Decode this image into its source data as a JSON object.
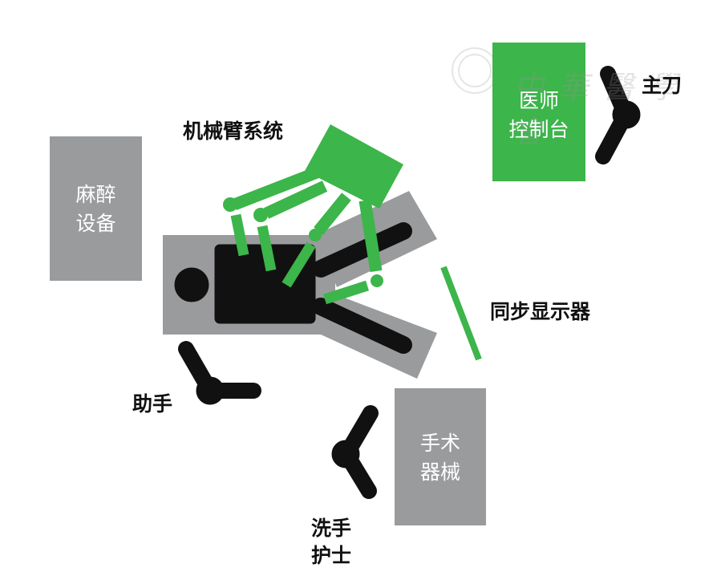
{
  "title_label": "机械臂系统",
  "labels": {
    "anesthesia": [
      "麻醉",
      "设备"
    ],
    "console": [
      "医师",
      "控制台"
    ],
    "surgeon": "主刀",
    "display": "同步显示器",
    "instruments": [
      "手术",
      "器械"
    ],
    "assistant": "助手",
    "nurse": [
      "洗手",
      "护士"
    ]
  },
  "watermark": "中華醫學會",
  "colors": {
    "green": "#3cb54a",
    "gray": "#9a9b9d",
    "black": "#111111"
  }
}
